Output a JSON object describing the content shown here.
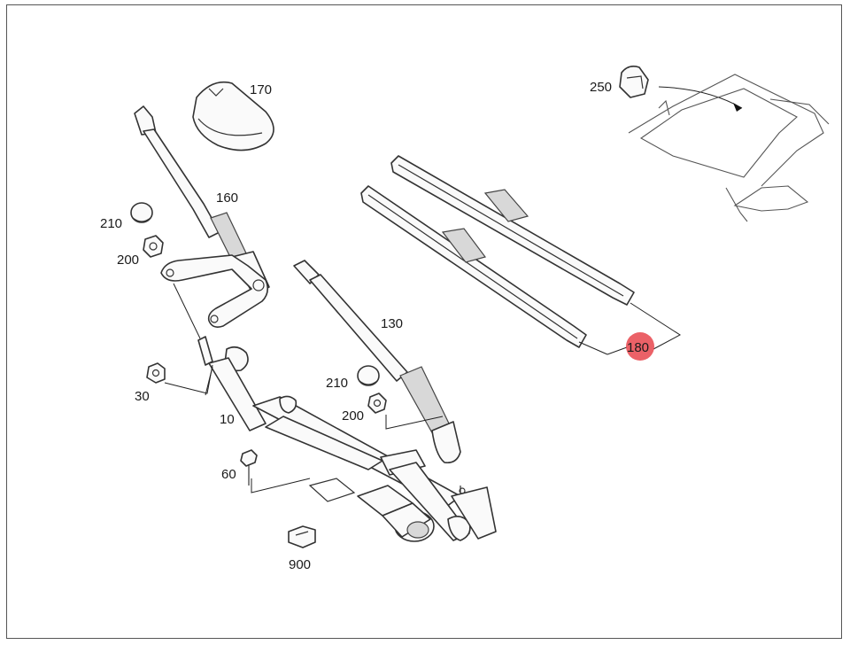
{
  "diagram": {
    "callouts": [
      {
        "id": "c170",
        "text": "170"
      },
      {
        "id": "c160",
        "text": "160"
      },
      {
        "id": "c210a",
        "text": "210"
      },
      {
        "id": "c200a",
        "text": "200"
      },
      {
        "id": "c30",
        "text": "30"
      },
      {
        "id": "c10",
        "text": "10"
      },
      {
        "id": "c130",
        "text": "130"
      },
      {
        "id": "c210b",
        "text": "210"
      },
      {
        "id": "c200b",
        "text": "200"
      },
      {
        "id": "c60",
        "text": "60"
      },
      {
        "id": "c900",
        "text": "900"
      },
      {
        "id": "c180",
        "text": "180"
      },
      {
        "id": "c250",
        "text": "250"
      }
    ],
    "highlight_color": "#e8454c"
  }
}
